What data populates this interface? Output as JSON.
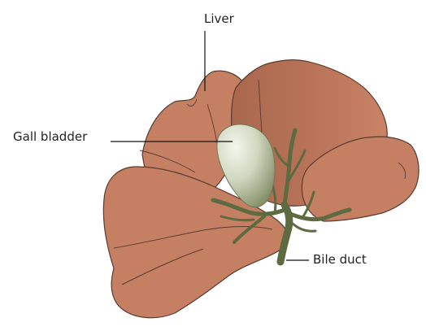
{
  "labels": {
    "liver": "Liver",
    "gall_bladder": "Gall bladder",
    "bile_duct": "Bile duct"
  },
  "colors": {
    "liver_fill": "#c58063",
    "liver_edge": "#5a3a2e",
    "duct": "#5e6a40",
    "gall_light": "#f4f6ec",
    "gall_dark": "#7e8a62"
  }
}
